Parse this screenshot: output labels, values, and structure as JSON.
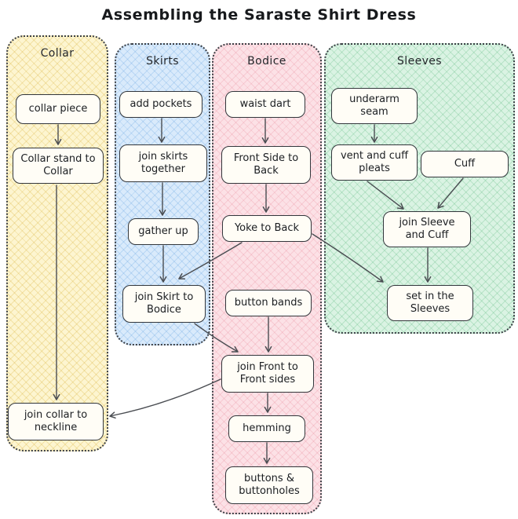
{
  "title": "Assembling the Saraste Shirt Dress",
  "lanes": {
    "collar": {
      "label": "Collar",
      "fill": "#fdf5d0"
    },
    "skirts": {
      "label": "Skirts",
      "fill": "#d9eafb"
    },
    "bodice": {
      "label": "Bodice",
      "fill": "#fce1e6"
    },
    "sleeves": {
      "label": "Sleeves",
      "fill": "#daf3e3"
    }
  },
  "nodes": {
    "collar_piece": {
      "label": "collar piece",
      "lane": "collar"
    },
    "collar_stand": {
      "label": "Collar stand to Collar",
      "lane": "collar"
    },
    "join_collar": {
      "label": "join collar to neckline",
      "lane": "collar"
    },
    "add_pockets": {
      "label": "add pockets",
      "lane": "skirts"
    },
    "join_skirts": {
      "label": "join skirts together",
      "lane": "skirts"
    },
    "gather_up": {
      "label": "gather up",
      "lane": "skirts"
    },
    "join_skirt_bodice": {
      "label": "join Skirt to Bodice",
      "lane": "skirts"
    },
    "waist_dart": {
      "label": "waist dart",
      "lane": "bodice"
    },
    "front_side_back": {
      "label": "Front Side to Back",
      "lane": "bodice"
    },
    "yoke_back": {
      "label": "Yoke to Back",
      "lane": "bodice"
    },
    "button_bands": {
      "label": "button bands",
      "lane": "bodice"
    },
    "join_front": {
      "label": "join Front to Front sides",
      "lane": "bodice"
    },
    "hemming": {
      "label": "hemming",
      "lane": "bodice"
    },
    "buttons": {
      "label": "buttons & buttonholes",
      "lane": "bodice"
    },
    "underarm_seam": {
      "label": "underarm seam",
      "lane": "sleeves"
    },
    "vent_pleats": {
      "label": "vent and cuff pleats",
      "lane": "sleeves"
    },
    "cuff": {
      "label": "Cuff",
      "lane": "sleeves"
    },
    "join_sleeve_cuff": {
      "label": "join Sleeve and Cuff",
      "lane": "sleeves"
    },
    "set_in_sleeves": {
      "label": "set in the Sleeves",
      "lane": "sleeves"
    }
  },
  "edges": [
    {
      "from": "collar_piece",
      "to": "collar_stand"
    },
    {
      "from": "collar_stand",
      "to": "join_collar"
    },
    {
      "from": "add_pockets",
      "to": "join_skirts"
    },
    {
      "from": "join_skirts",
      "to": "gather_up"
    },
    {
      "from": "gather_up",
      "to": "join_skirt_bodice"
    },
    {
      "from": "waist_dart",
      "to": "front_side_back"
    },
    {
      "from": "front_side_back",
      "to": "yoke_back"
    },
    {
      "from": "yoke_back",
      "to": "join_skirt_bodice"
    },
    {
      "from": "yoke_back",
      "to": "set_in_sleeves"
    },
    {
      "from": "join_skirt_bodice",
      "to": "join_front"
    },
    {
      "from": "button_bands",
      "to": "join_front"
    },
    {
      "from": "join_front",
      "to": "join_collar"
    },
    {
      "from": "join_front",
      "to": "hemming"
    },
    {
      "from": "hemming",
      "to": "buttons"
    },
    {
      "from": "underarm_seam",
      "to": "vent_pleats"
    },
    {
      "from": "vent_pleats",
      "to": "join_sleeve_cuff"
    },
    {
      "from": "cuff",
      "to": "join_sleeve_cuff"
    },
    {
      "from": "join_sleeve_cuff",
      "to": "set_in_sleeves"
    }
  ],
  "colors": {
    "node_fill": "#fffdf6",
    "node_stroke": "#33373c",
    "arrow": "#4a4d52",
    "text": "#1b1e22"
  }
}
